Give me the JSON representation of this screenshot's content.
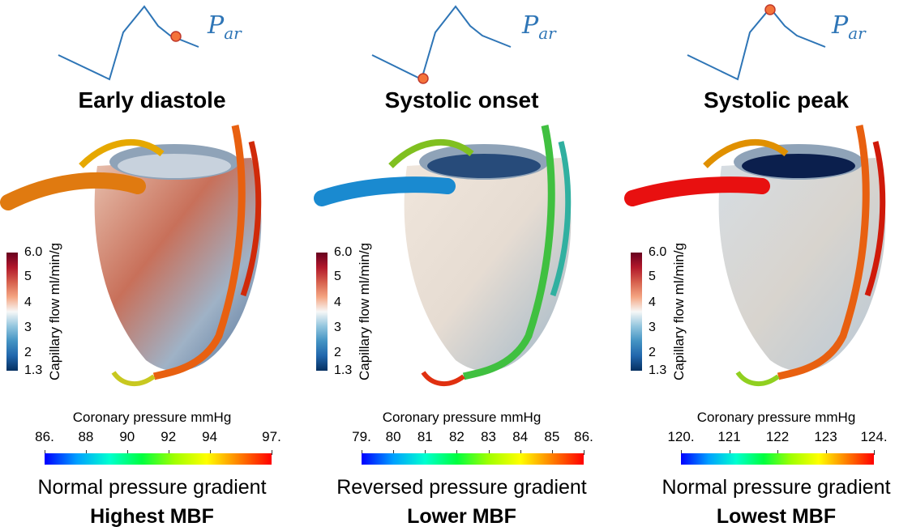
{
  "colors": {
    "waveform": "#2e75b6",
    "marker": "#f4733a",
    "text": "#000000"
  },
  "panels": [
    {
      "par_symbol": "P",
      "par_sub": "ar",
      "phase": "Early diastole",
      "capillary_scale": {
        "label": "Capillary flow ml/min/g",
        "ticks": [
          "6.0",
          "5",
          "4",
          "3",
          "2",
          "1.3"
        ]
      },
      "coronary_scale": {
        "label": "Coronary pressure mmHg",
        "ticks": [
          "86.",
          "88",
          "90",
          "92",
          "94",
          "97."
        ],
        "range": [
          86,
          97
        ],
        "tick_values": [
          86,
          88,
          90,
          92,
          94,
          97
        ]
      },
      "gradient": "Normal pressure gradient",
      "mbf": "Highest MBF",
      "myocardium_tint": "warm",
      "vessel_palette": "high"
    },
    {
      "par_symbol": "P",
      "par_sub": "ar",
      "phase": "Systolic onset",
      "capillary_scale": {
        "label": "Capillary flow ml/min/g",
        "ticks": [
          "6.0",
          "5",
          "4",
          "3",
          "2",
          "1.3"
        ]
      },
      "coronary_scale": {
        "label": "Coronary pressure mmHg",
        "ticks": [
          "79.",
          "80",
          "81",
          "82",
          "83",
          "84",
          "85",
          "86."
        ],
        "range": [
          79,
          86
        ],
        "tick_values": [
          79,
          80,
          81,
          82,
          83,
          84,
          85,
          86
        ]
      },
      "gradient": "Reversed pressure gradient",
      "mbf": "Lower MBF",
      "myocardium_tint": "neutral",
      "vessel_palette": "mixed"
    },
    {
      "par_symbol": "P",
      "par_sub": "ar",
      "phase": "Systolic peak",
      "capillary_scale": {
        "label": "Capillary flow ml/min/g",
        "ticks": [
          "6.0",
          "5",
          "4",
          "3",
          "2",
          "1.3"
        ]
      },
      "coronary_scale": {
        "label": "Coronary pressure mmHg",
        "ticks": [
          "120.",
          "121",
          "122",
          "123",
          "124."
        ],
        "range": [
          120,
          124
        ],
        "tick_values": [
          120,
          121,
          122,
          123,
          124
        ]
      },
      "gradient": "Normal pressure gradient",
      "mbf": "Lowest MBF",
      "myocardium_tint": "cool",
      "vessel_palette": "high"
    }
  ]
}
